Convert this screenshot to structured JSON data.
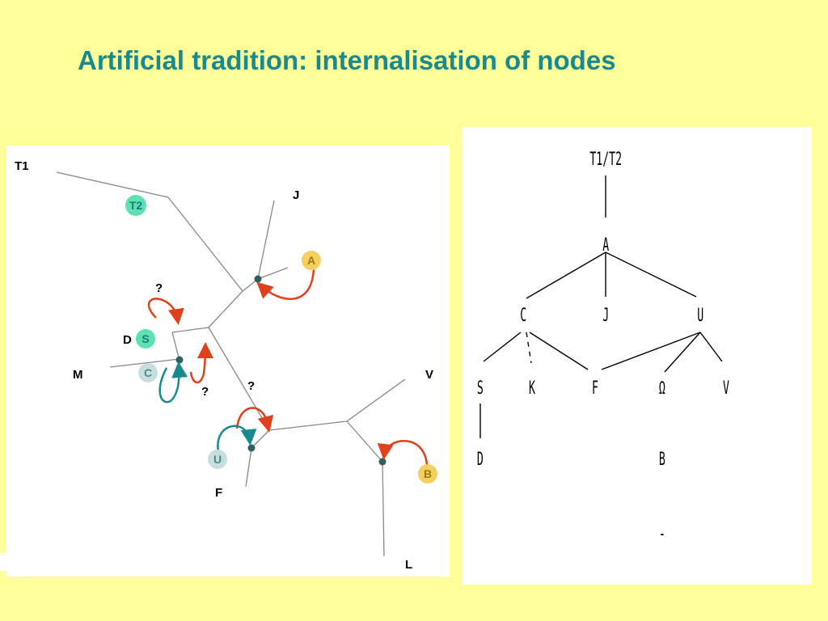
{
  "title": "Artificial tradition: internalisation of nodes",
  "colors": {
    "background": "#ffff99",
    "title": "#1a8a8f",
    "red_arrow": "#e0401a",
    "teal_arrow": "#1a8a8f",
    "node_green": "#5ee0b0",
    "node_yellow": "#f5d060",
    "node_grey": "#c8dede",
    "junction_dot": "#2e6060"
  },
  "unrooted_tree": {
    "leaf_labels": {
      "t1": "T1",
      "j": "J",
      "d": "D",
      "m": "M",
      "v": "V",
      "f": "F",
      "l": "L"
    },
    "node_badges": {
      "t2": "T2",
      "a": "A",
      "s": "S",
      "c": "C",
      "u": "U",
      "b": "B"
    },
    "question_marks": [
      "?",
      "?",
      "?"
    ]
  },
  "stemma": {
    "root": "T1/T2",
    "level1": [
      "A"
    ],
    "level2": [
      "C",
      "J",
      "U"
    ],
    "level3": [
      "S",
      "K",
      "F",
      "Ω",
      "V"
    ],
    "level4": [
      "D",
      "B"
    ],
    "footnote": "-"
  }
}
